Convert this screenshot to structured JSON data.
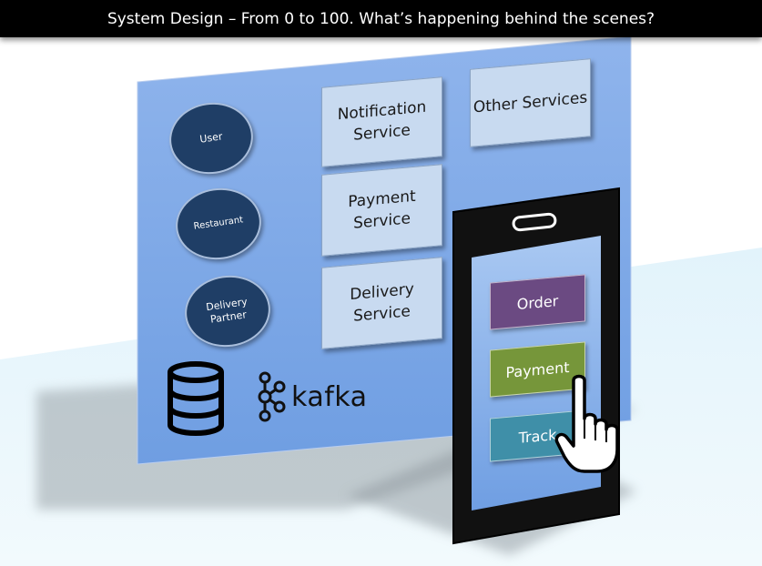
{
  "header": {
    "title": "System Design – From 0 to 100. What’s happening behind the scenes?"
  },
  "actors": [
    {
      "label": "User"
    },
    {
      "label": "Restaurant"
    },
    {
      "label": "Delivery\nPartner"
    }
  ],
  "services": [
    {
      "label": "Notification\nService"
    },
    {
      "label": "Other Services"
    },
    {
      "label": "Payment\nService"
    },
    {
      "label": "Delivery\nService"
    }
  ],
  "infrastructure": {
    "database_icon": "database-icon",
    "kafka_label": "kafka"
  },
  "phone": {
    "buttons": [
      {
        "label": "Order",
        "color": "#6b4a82"
      },
      {
        "label": "Payment",
        "color": "#76963a"
      },
      {
        "label": "Track",
        "color": "#3f8fa8"
      }
    ],
    "pointer_icon": "hand-pointer-icon"
  },
  "colors": {
    "panel": "#7fa8e6",
    "actor": "#1f3e66",
    "service": "#c8daf0",
    "floor": "#e4f4fb"
  }
}
